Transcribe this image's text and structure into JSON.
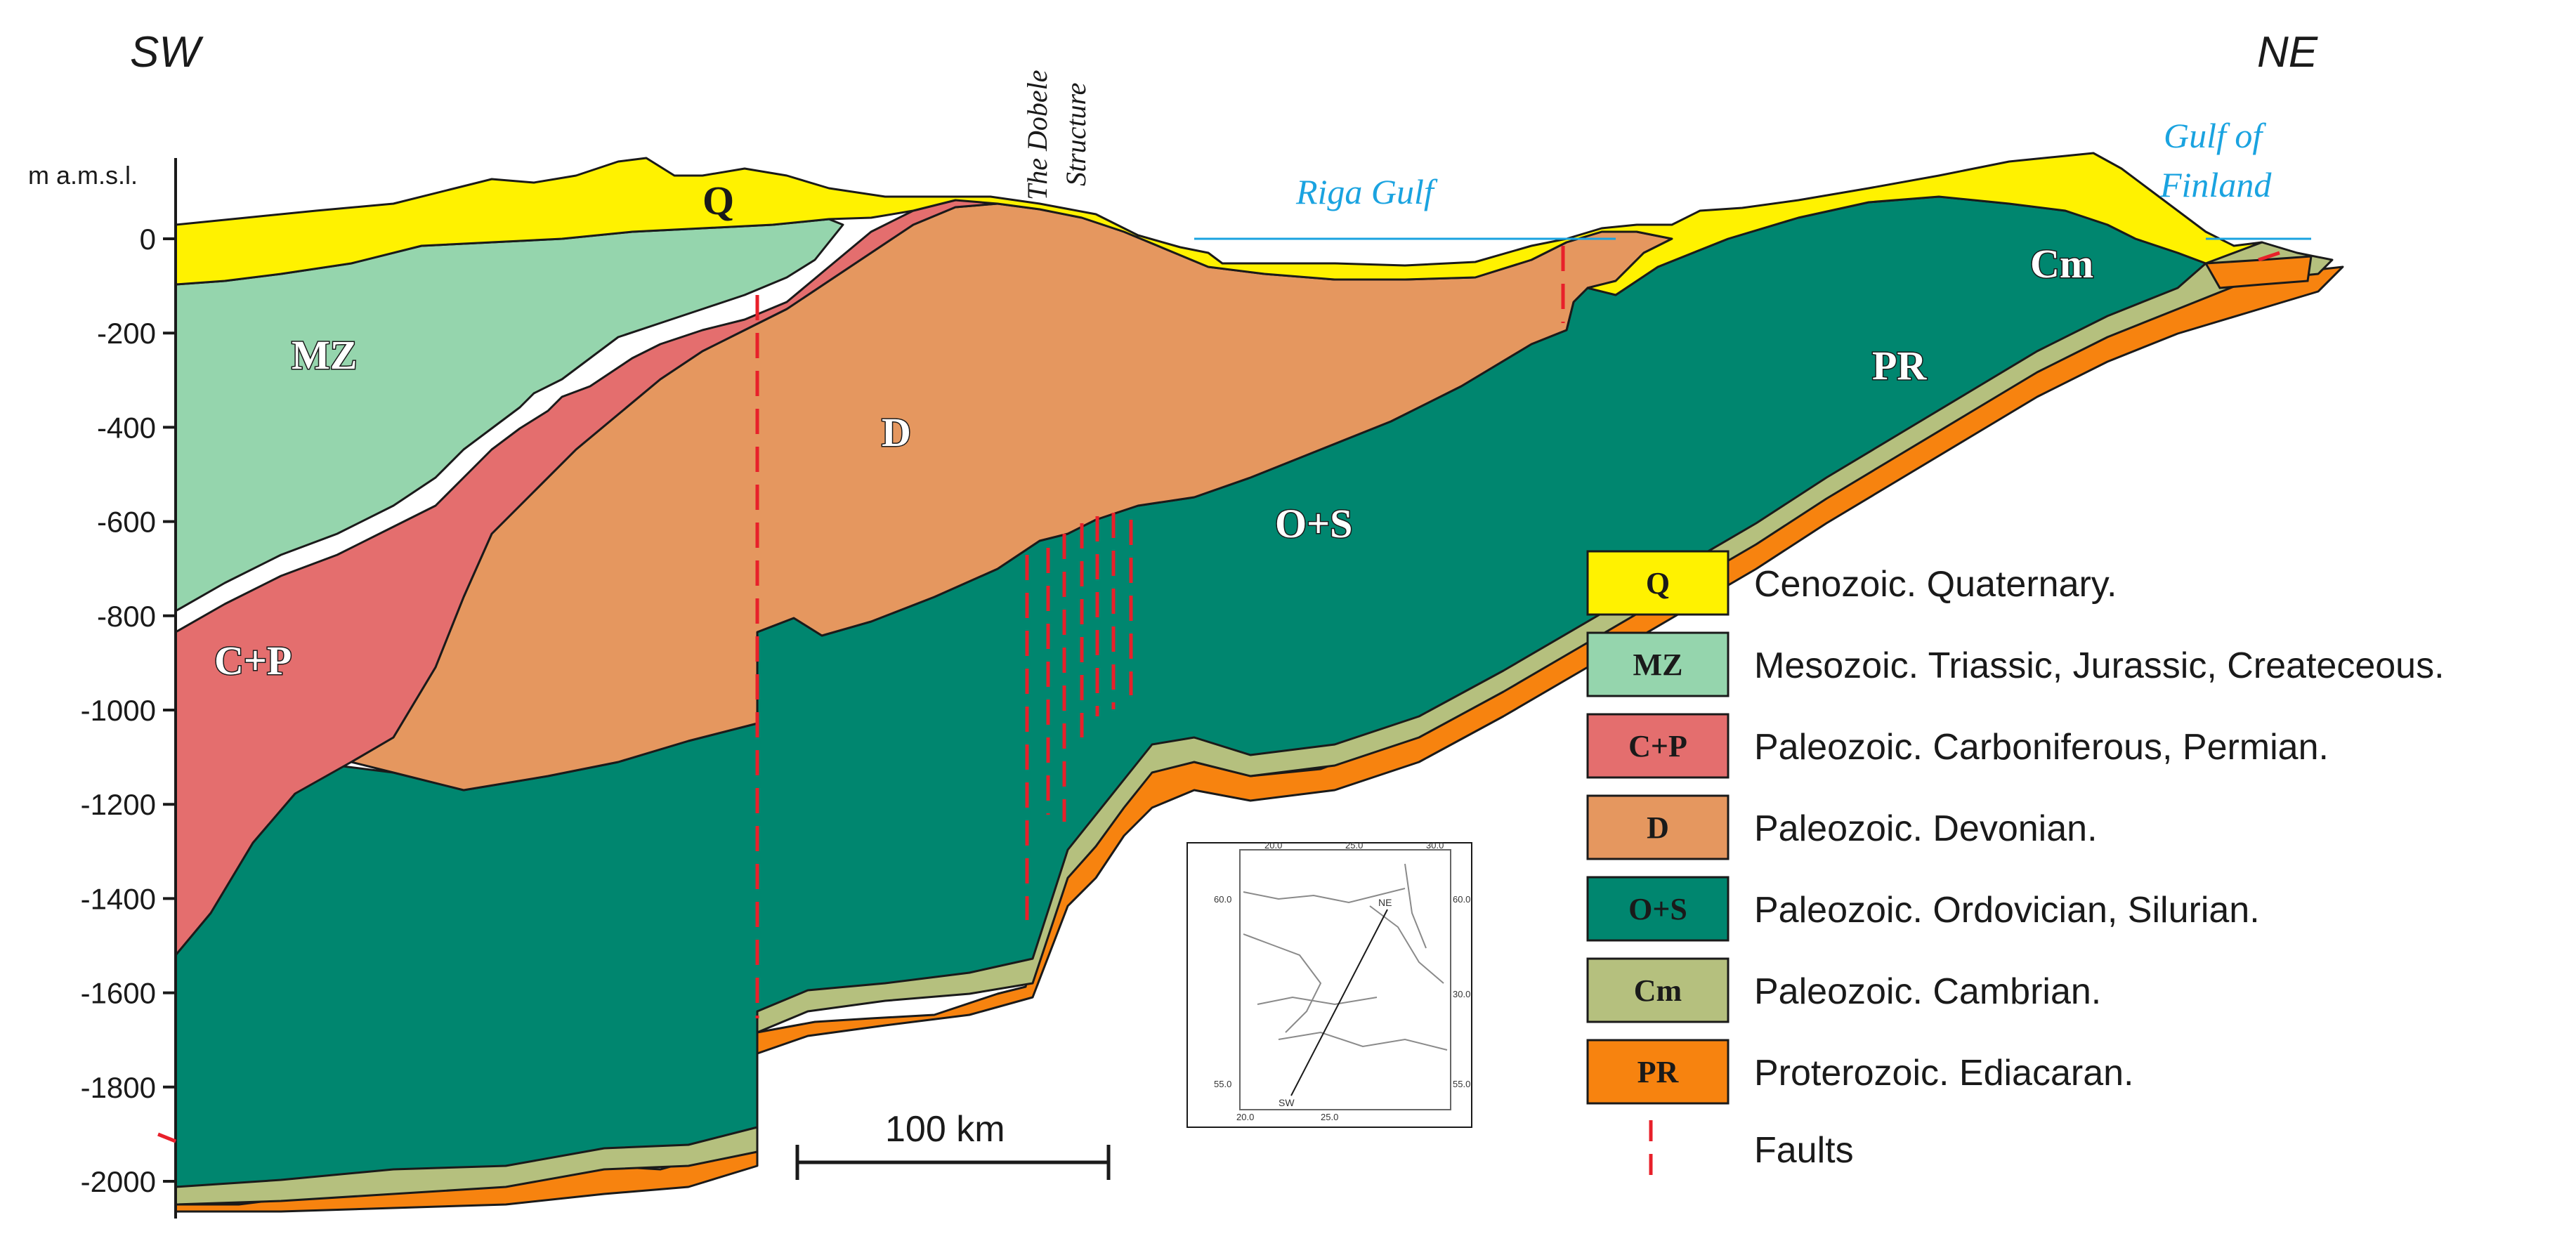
{
  "direction": {
    "left": "SW",
    "right": "NE"
  },
  "axis": {
    "unit_label": "m a.m.s.l.",
    "ticks": [
      "0",
      "-200",
      "-400",
      "-600",
      "-800",
      "-1000",
      "-1200",
      "-1400",
      "-1600",
      "-1800",
      "-2000"
    ]
  },
  "annotations": {
    "dobele_line1": "The Dobele",
    "dobele_line2": "Structure",
    "riga_gulf": "Riga Gulf",
    "gulf_finland_line1": "Gulf of",
    "gulf_finland_line2": "Finland"
  },
  "layer_labels": {
    "q": "Q",
    "mz": "MZ",
    "cp": "C+P",
    "d": "D",
    "os": "O+S",
    "cm": "Cm",
    "pr": "PR"
  },
  "scale_bar": {
    "label": "100 km"
  },
  "inset_map": {
    "top_ticks": [
      "20.0",
      "25.0",
      "30.0"
    ],
    "bottom_ticks": [
      "20.0",
      "25.0"
    ],
    "left_ticks": [
      "60.0",
      "55.0"
    ],
    "right_ticks": [
      "60.0",
      "30.0",
      "55.0"
    ],
    "ne_label": "NE",
    "sw_label": "SW"
  },
  "legend": [
    {
      "code": "Q",
      "label": "Cenozoic. Quaternary.",
      "color": "#fff200"
    },
    {
      "code": "MZ",
      "label": "Mesozoic. Triassic, Jurassic, Createceous.",
      "color": "#95d5ad"
    },
    {
      "code": "C+P",
      "label": "Paleozoic. Carboniferous, Permian.",
      "color": "#e46e6e"
    },
    {
      "code": "D",
      "label": "Paleozoic. Devonian.",
      "color": "#e5975f"
    },
    {
      "code": "O+S",
      "label": "Paleozoic. Ordovician, Silurian.",
      "color": "#00866f"
    },
    {
      "code": "Cm",
      "label": "Paleozoic. Cambrian.",
      "color": "#b5c07e"
    },
    {
      "code": "PR",
      "label": "Proterozoic. Ediacaran.",
      "color": "#f7830f"
    }
  ],
  "faults_label": "Faults",
  "colors": {
    "fault": "#e8202a",
    "water": "#1aa3e0",
    "outline": "#1a1a1a"
  }
}
